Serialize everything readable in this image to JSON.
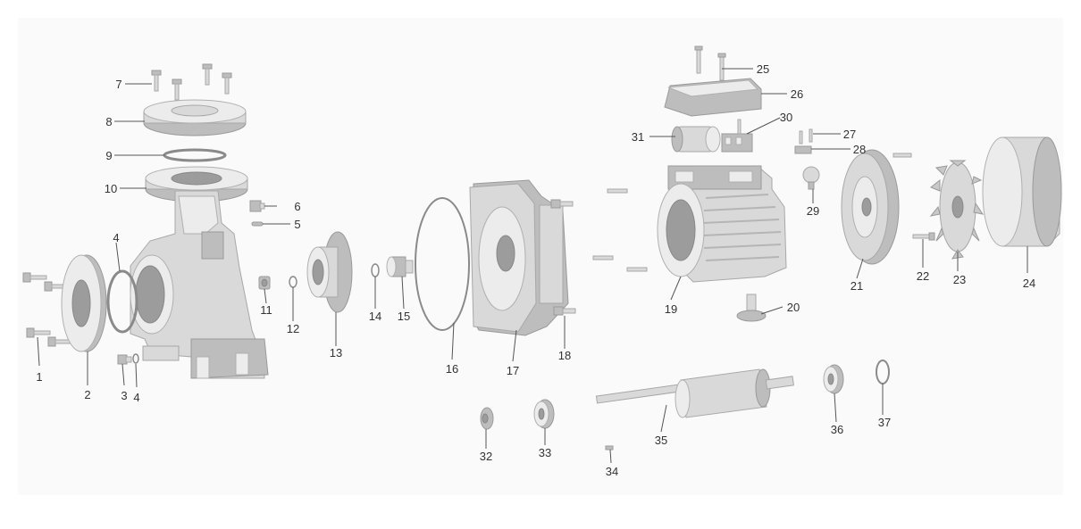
{
  "diagram": {
    "labels": [
      "1",
      "2",
      "3",
      "4",
      "4",
      "5",
      "6",
      "7",
      "8",
      "9",
      "10",
      "11",
      "12",
      "13",
      "14",
      "15",
      "16",
      "17",
      "18",
      "19",
      "20",
      "21",
      "22",
      "23",
      "24",
      "25",
      "26",
      "27",
      "28",
      "29",
      "30",
      "31",
      "32",
      "33",
      "34",
      "35",
      "36",
      "37"
    ]
  }
}
